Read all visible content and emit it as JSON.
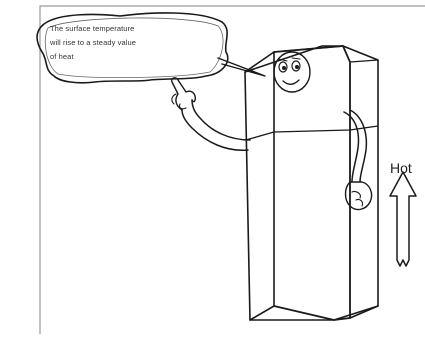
{
  "speech_bubble": {
    "lines": [
      "The surface temperature",
      "will rise to a steady value",
      "of heat"
    ]
  },
  "heat_arrow": {
    "label": "Hot"
  }
}
